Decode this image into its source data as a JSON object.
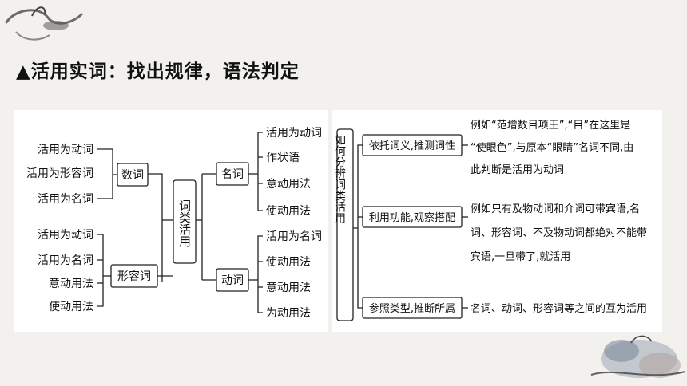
{
  "title": "▲活用实词：找出规律，语法判定",
  "left_diagram": {
    "root": "词类活用",
    "shuci": {
      "label": "数词",
      "items": [
        "活用为动词",
        "活用为形容词",
        "活用为名词"
      ]
    },
    "xingrongci": {
      "label": "形容词",
      "items": [
        "活用为动词",
        "活用为名词",
        "意动用法",
        "使动用法"
      ]
    },
    "mingci": {
      "label": "名词",
      "items": [
        "活用为动词",
        "作状语",
        "意动用法",
        "使动用法"
      ]
    },
    "dongci": {
      "label": "动词",
      "items": [
        "活用为名词",
        "使动用法",
        "意动用法",
        "为动用法"
      ]
    }
  },
  "right_diagram": {
    "root": "如何分辨词类活用",
    "methods": [
      {
        "label": "依托词义,推测词性",
        "lines": [
          "例如“范增数目项王”,“目”在这里是",
          "“使眼色”,与原本“眼睛”名词不同,由",
          "此判断是活用为动词"
        ]
      },
      {
        "label": "利用功能,观察搭配",
        "lines": [
          "例如只有及物动词和介词可带宾语,名",
          "词、形容词、不及物动词都绝对不能带",
          "宾语,一旦带了,就活用"
        ]
      },
      {
        "label": "参照类型,推断所属",
        "lines": [
          "名词、动词、形容词等之间的互为活用"
        ]
      }
    ]
  }
}
